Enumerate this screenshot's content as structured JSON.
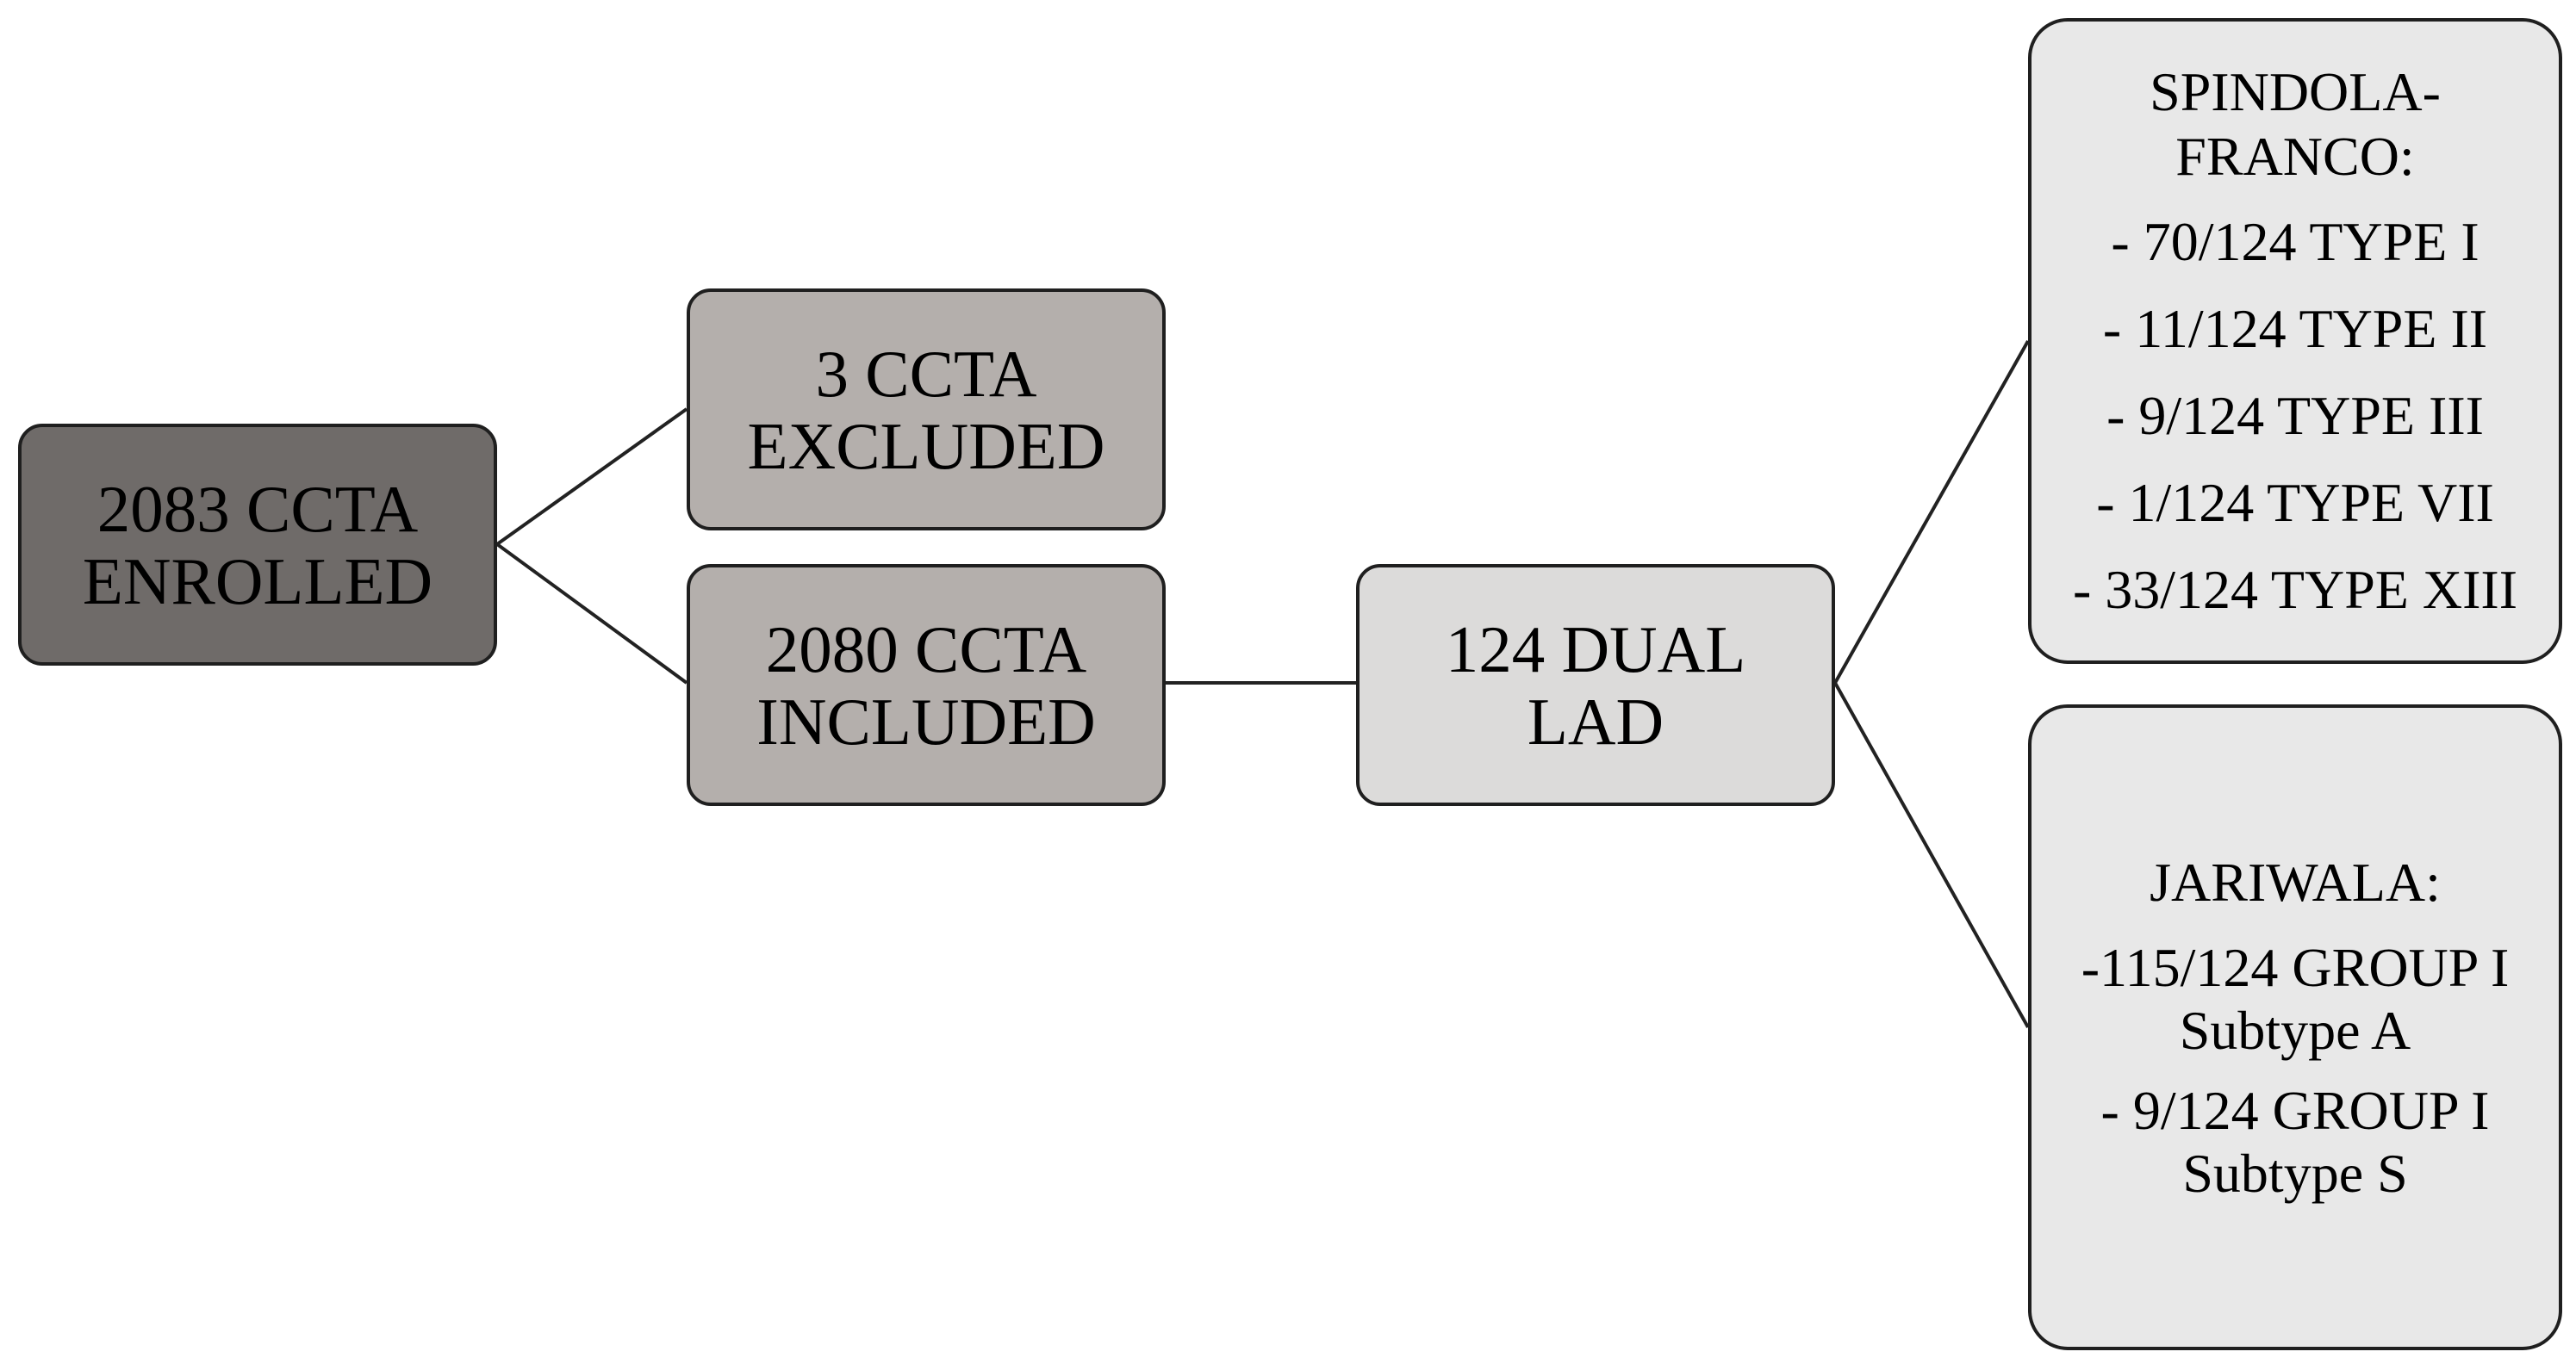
{
  "boxes": {
    "enrolled": {
      "lines": [
        "2083 CCTA",
        "ENROLLED"
      ]
    },
    "excluded": {
      "lines": [
        "3 CCTA",
        "EXCLUDED"
      ]
    },
    "included": {
      "lines": [
        "2080 CCTA",
        "INCLUDED"
      ]
    },
    "dual_lad": {
      "lines": [
        "124 DUAL",
        "LAD"
      ]
    },
    "spindola": {
      "heading": [
        "SPINDOLA-",
        "FRANCO:"
      ],
      "items": [
        "- 70/124 TYPE I",
        "- 11/124 TYPE II",
        "- 9/124 TYPE III",
        "- 1/124 TYPE VII",
        "- 33/124 TYPE XIII"
      ]
    },
    "jariwala": {
      "heading": "JARIWALA:",
      "items": [
        [
          "-115/124 GROUP I",
          "Subtype A"
        ],
        [
          "- 9/124 GROUP I",
          "Subtype S"
        ]
      ]
    }
  },
  "colors": {
    "enrolled_fill": "#6f6b69",
    "excluded_included_fill": "#b4afac",
    "dual_lad_fill": "#dcdbda",
    "classification_fill": "#e8e8e8",
    "border": "#1f1f1f"
  }
}
